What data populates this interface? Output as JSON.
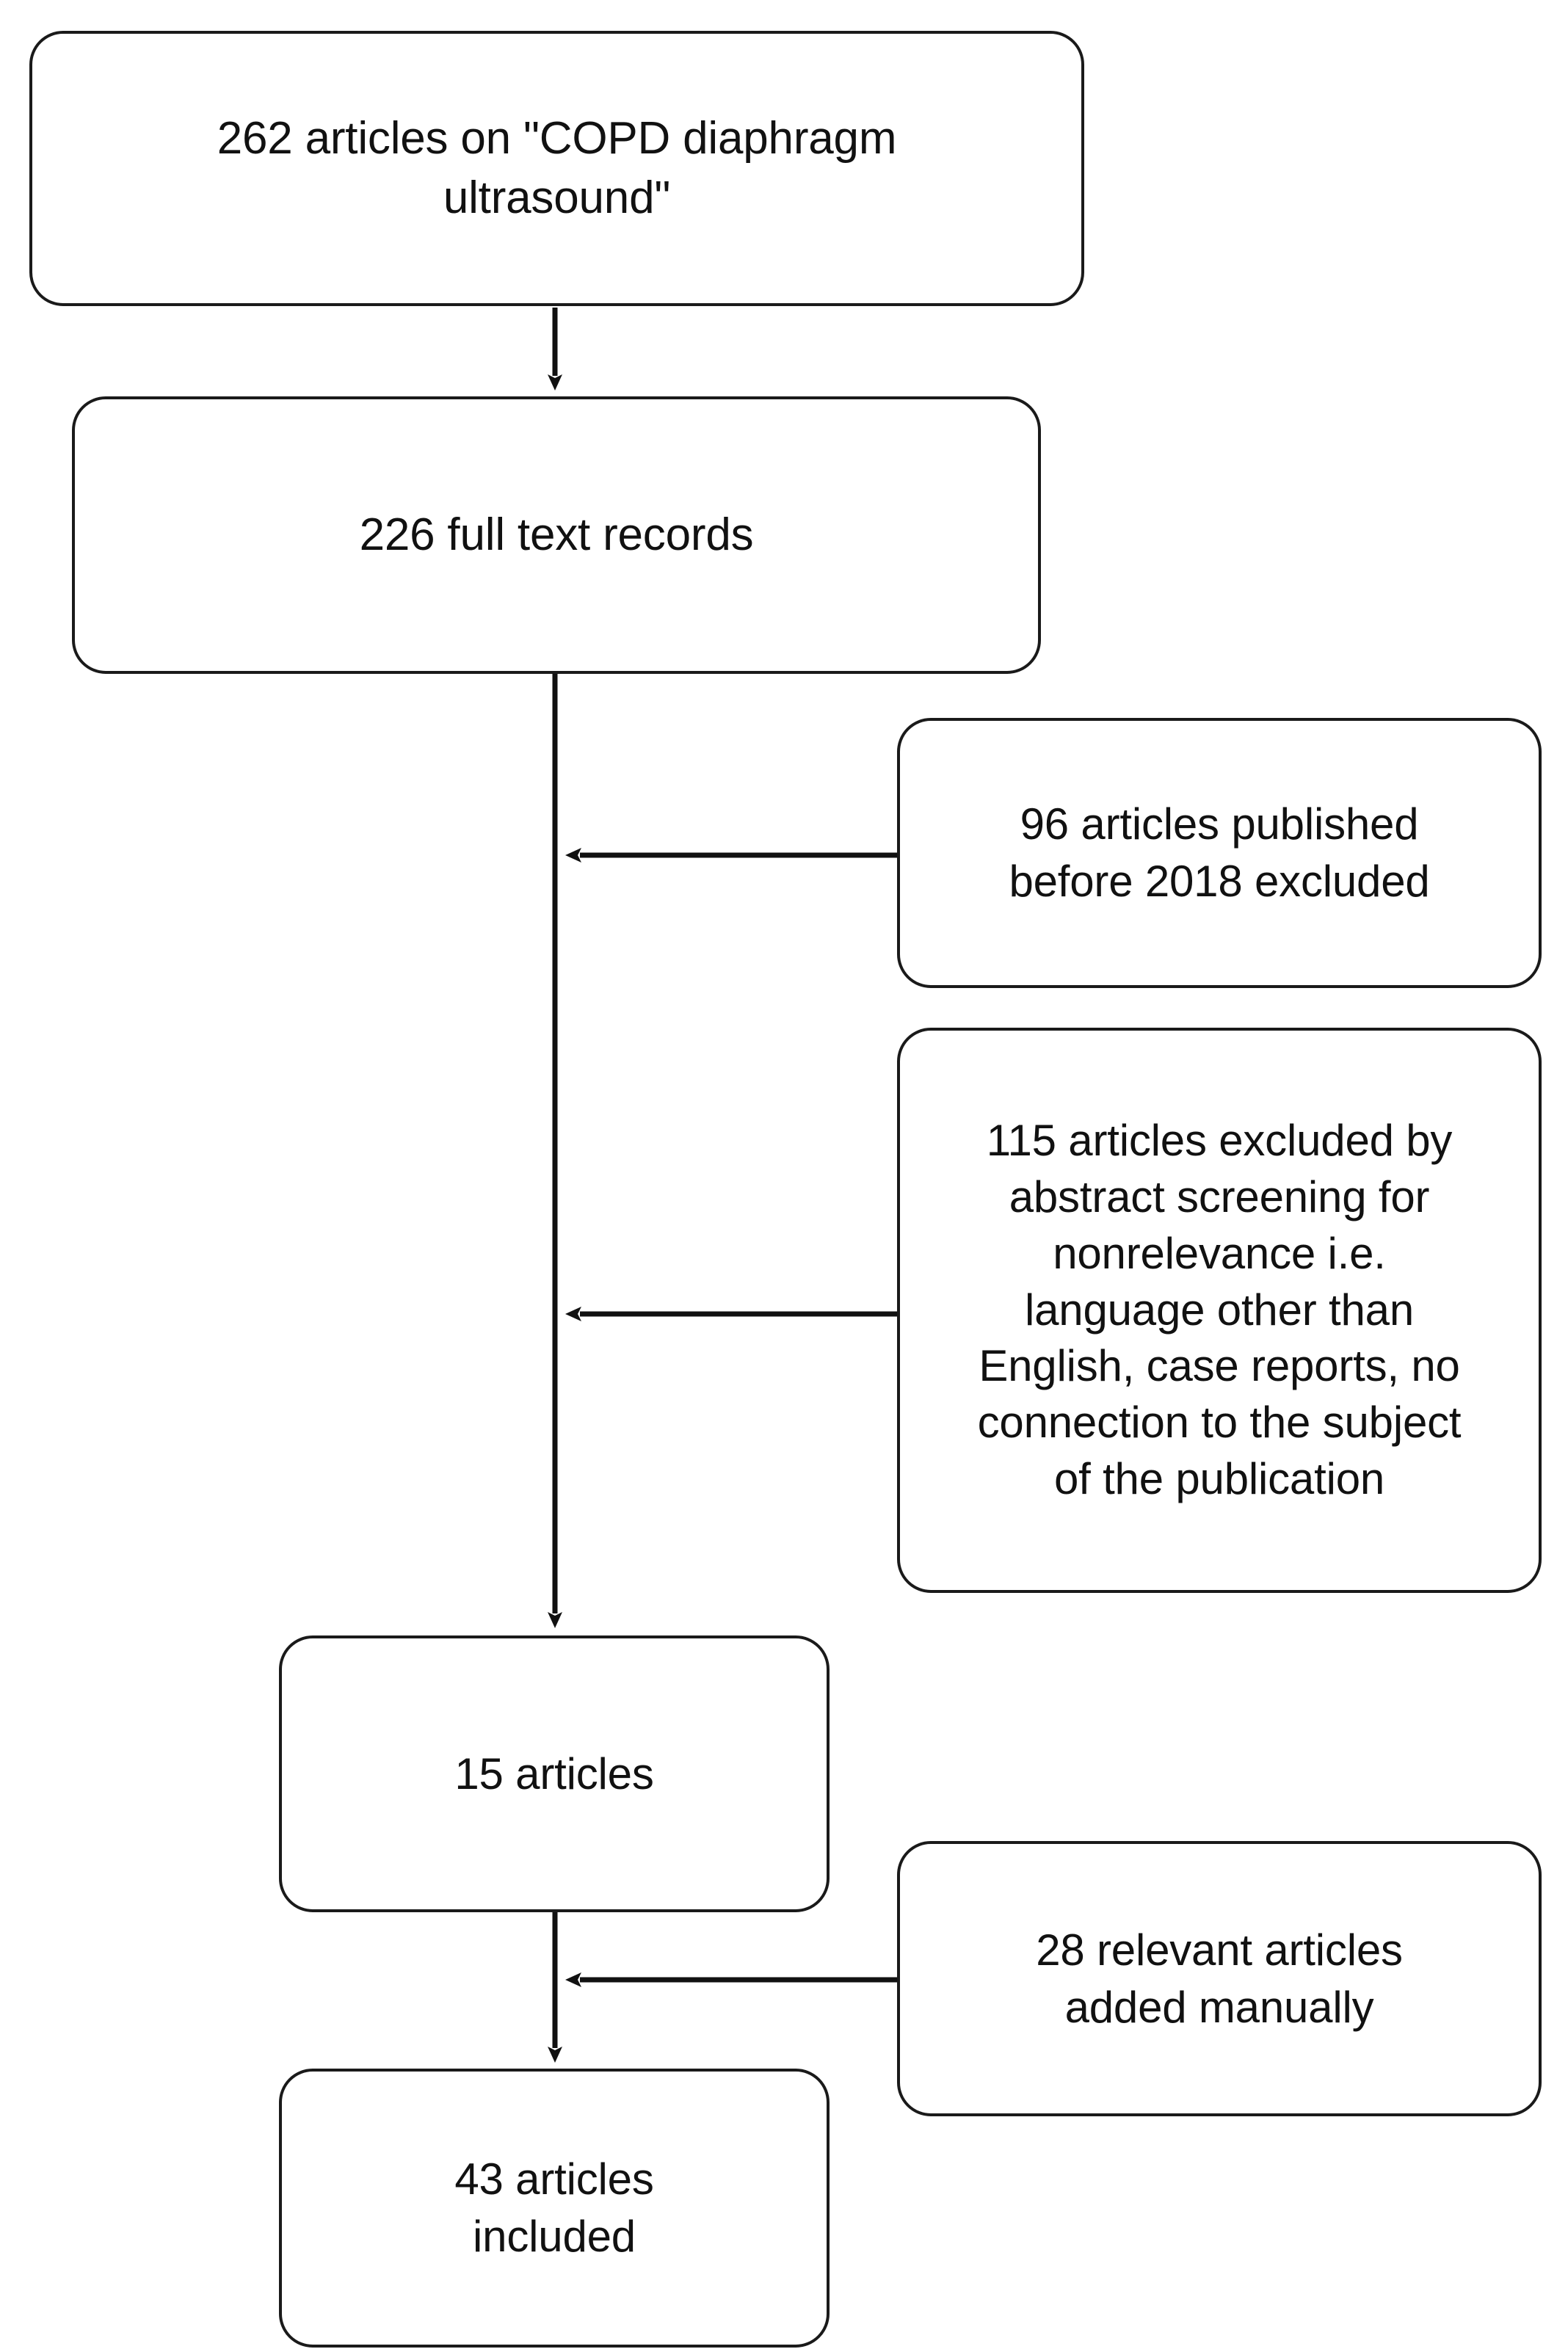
{
  "diagram": {
    "type": "flowchart",
    "orientation": "top-to-bottom",
    "title_text": "",
    "stroke_color": "#1a1a1a",
    "fill_color": "#ffffff",
    "text_color": "#111111",
    "nodes": [
      {
        "id": "searched",
        "name": "records-identified",
        "text": "262 articles on \"COPD diaphragm\nultrasound\"",
        "count": 262
      },
      {
        "id": "fulltext",
        "name": "full-text-records",
        "text": "226 full text records",
        "count": 226
      },
      {
        "id": "excluded_before_2018",
        "name": "excluded-published-before-2018",
        "text": "96 articles published\nbefore 2018 excluded",
        "count": 96
      },
      {
        "id": "excluded_abstract",
        "name": "excluded-abstract-screening",
        "text": "115 articles excluded by\nabstract screening for\nnonrelevance i.e.\nlanguage other than\nEnglish, case reports, no\nconnection to the subject\nof the publication",
        "count": 115
      },
      {
        "id": "fifteen",
        "name": "articles-after-screening",
        "text": "15 articles",
        "count": 15
      },
      {
        "id": "manual",
        "name": "articles-added-manually",
        "text": "28 relevant articles\nadded manually",
        "count": 28
      },
      {
        "id": "included",
        "name": "articles-included",
        "text": "43 articles\nincluded",
        "count": 43
      }
    ],
    "edges": [
      {
        "id": "e1",
        "from": "searched",
        "to": "fulltext",
        "direction": "down"
      },
      {
        "id": "e2",
        "from": "excluded_before_2018",
        "to": "main-trunk",
        "direction": "left"
      },
      {
        "id": "e3",
        "from": "excluded_abstract",
        "to": "main-trunk",
        "direction": "left"
      },
      {
        "id": "e4",
        "from": "fulltext",
        "to": "fifteen",
        "direction": "down"
      },
      {
        "id": "e5",
        "from": "manual",
        "to": "main-trunk-lower",
        "direction": "left"
      },
      {
        "id": "e6",
        "from": "fifteen",
        "to": "included",
        "direction": "down"
      }
    ]
  }
}
